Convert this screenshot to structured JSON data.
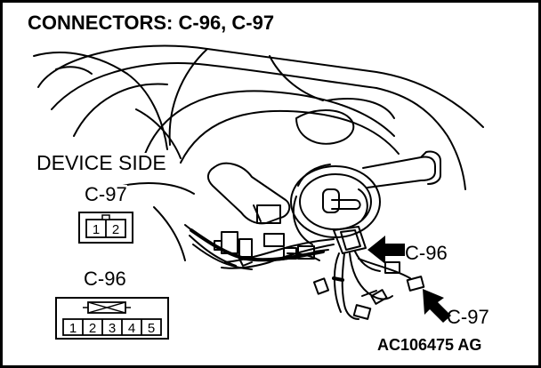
{
  "title": "CONNECTORS: C-96, C-97",
  "device_side_label": "DEVICE SIDE",
  "connectors": {
    "c97": {
      "label": "C-97",
      "pins": [
        "1",
        "2"
      ]
    },
    "c96": {
      "label": "C-96",
      "pins": [
        "1",
        "2",
        "3",
        "4",
        "5"
      ]
    }
  },
  "callouts": {
    "c96": "C-96",
    "c97": "C-97"
  },
  "figure_id": "AC106475 AG"
}
